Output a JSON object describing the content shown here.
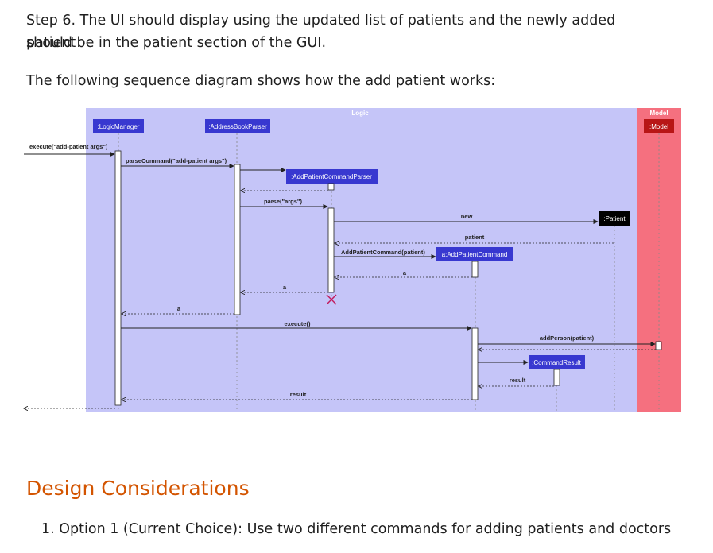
{
  "text": {
    "step6_line1": "Step 6. The UI should display using the updated list of patients and the newly added patient",
    "step6_line2": "should be in the patient section of the GUI.",
    "intro": "The following sequence diagram shows how the add patient works:",
    "heading": "Design Considerations",
    "option1": "1. Option 1 (Current Choice): Use two different commands for adding patients and doctors"
  },
  "diagram": {
    "colors": {
      "logic_bg": "#c5c5f8",
      "model_bg": "#f5707f",
      "participant": "#3838d0",
      "model_participant": "#b81616",
      "patient_box": "#000000"
    },
    "frames": {
      "logic": "Logic",
      "model": "Model"
    },
    "participants": {
      "logic_manager": ":LogicManager",
      "address_book_parser": ":AddressBookParser",
      "add_patient_command_parser": ":AddPatientCommandParser",
      "patient": ":Patient",
      "add_patient_command": "a:AddPatientCommand",
      "command_result": ":CommandResult",
      "model": ":Model"
    },
    "messages": {
      "execute_args": "execute(\"add-patient args\")",
      "parse_command": "parseCommand(\"add-patient args\")",
      "parse_args": "parse(\"args\")",
      "new": "new",
      "patient_return": "patient",
      "constructor": "AddPatientCommand(patient)",
      "a_return_1": "a",
      "a_return_2": "a",
      "a_return_3": "a",
      "execute": "execute()",
      "add_person": "addPerson(patient)",
      "result_1": "result",
      "result_2": "result"
    }
  }
}
